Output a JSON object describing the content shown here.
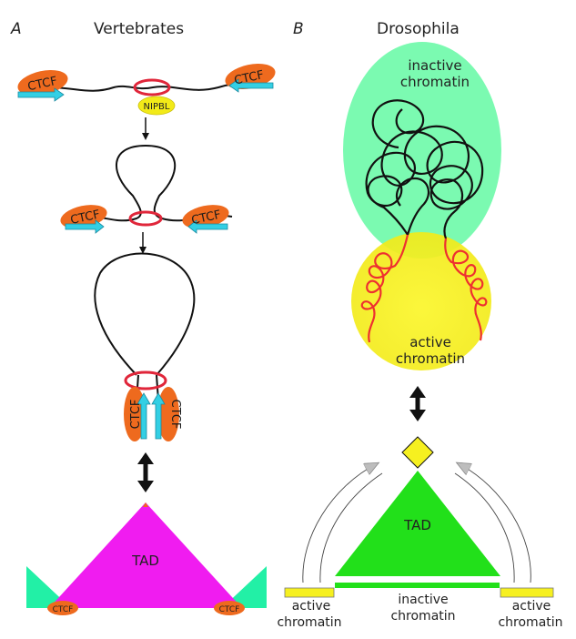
{
  "panels": {
    "a": {
      "letter": "A",
      "title": "Vertebrates"
    },
    "b": {
      "letter": "B",
      "title": "Drosophila"
    }
  },
  "labels": {
    "ctcf": "CTCF",
    "nipbl": "NIPBL",
    "tad": "TAD",
    "inactive_chromatin_line1": "inactive",
    "inactive_chromatin_line2": "chromatin",
    "active_chromatin_line1": "active",
    "active_chromatin_line2": "chromatin"
  },
  "colors": {
    "ctcf_orange": "#ee6a1e",
    "arrow_cyan": "#33cfe4",
    "cohesin_red": "#e0263a",
    "nipbl_yellow": "#f2ea18",
    "tad_magenta": "#f01cf0",
    "boundary_green": "#22f0a6",
    "tad_green": "#22e01a",
    "inactive_ellipse": "#6dfaa8",
    "active_yellow": "#f6f020",
    "chromatin_red": "#ee3030"
  }
}
